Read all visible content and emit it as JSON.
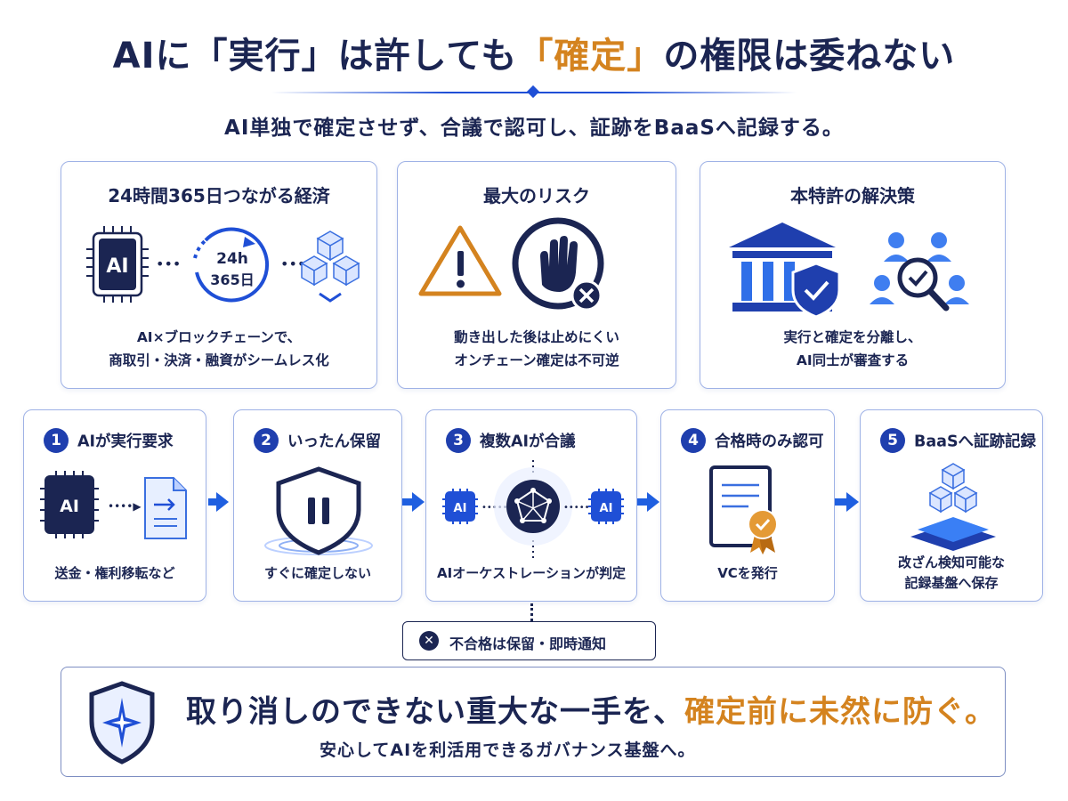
{
  "header": {
    "title_pre": "AIに「実行」は許しても",
    "title_accent": "「確定」",
    "title_post": "の権限は委ねない",
    "subtitle": "AI単独で確定させず、合議で認可し、証跡をBaaSへ記録する。"
  },
  "panels": [
    {
      "title": "24時間365日つながる経済",
      "icon_text_ai": "AI",
      "clock_line1": "24h",
      "clock_line2": "365日",
      "desc_line1": "AI×ブロックチェーンで、",
      "desc_line2": "商取引・決済・融資がシームレス化"
    },
    {
      "title": "最大のリスク",
      "desc_line1": "動き出した後は止めにくい",
      "desc_line2": "オンチェーン確定は不可逆"
    },
    {
      "title": "本特許の解決策",
      "desc_line1": "実行と確定を分離し、",
      "desc_line2": "AI同士が審査する"
    }
  ],
  "steps": [
    {
      "num": "1",
      "label": "AIが実行要求",
      "icon_text": "AI",
      "desc_line1": "送金・権利移転など",
      "desc_line2": ""
    },
    {
      "num": "2",
      "label": "いったん保留",
      "desc_line1": "すぐに確定しない",
      "desc_line2": ""
    },
    {
      "num": "3",
      "label": "複数AIが合議",
      "icon_text_left": "AI",
      "icon_text_right": "AI",
      "desc_line1": "AIオーケストレーションが判定",
      "desc_line2": ""
    },
    {
      "num": "4",
      "label": "合格時のみ認可",
      "desc_line1": "VCを発行",
      "desc_line2": ""
    },
    {
      "num": "5",
      "label": "BaaSへ証跡記録",
      "desc_line1": "改ざん検知可能な",
      "desc_line2": "記録基盤へ保存"
    }
  ],
  "reject_note": {
    "icon": "close-icon",
    "text": "不合格は保留・即時通知"
  },
  "bottom": {
    "main_pre": "取り消しのできない重大な一手を、",
    "main_accent": "確定前に未然に防ぐ。",
    "sub": "安心してAIを利活用できるガバナンス基盤へ。"
  },
  "colors": {
    "navy": "#1b2552",
    "accent": "#d4831f",
    "blue": "#1f5fe0",
    "border": "#9fb2e6"
  }
}
